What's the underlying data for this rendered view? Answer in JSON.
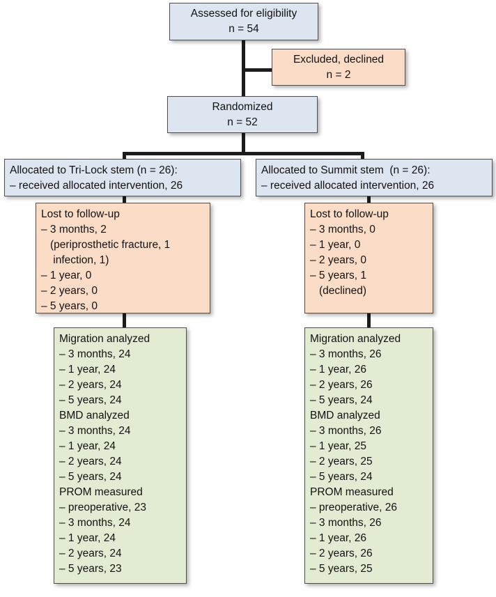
{
  "diagram": {
    "type": "CONSORT participant flow diagram",
    "colors": {
      "blue_box": "#dde5f1",
      "pink_box": "#fbddc7",
      "green_box": "#e2ecd2",
      "border": "#4d4d4d",
      "connector": "#1c1c1c"
    }
  },
  "nodes": {
    "assessed": {
      "line1": "Assessed for eligibility",
      "line2": "n = 54"
    },
    "excluded": {
      "line1": "Excluded, declined",
      "line2": "n = 2"
    },
    "randomized": {
      "line1": "Randomized",
      "line2": "n = 52"
    },
    "allocated_left": {
      "line1": "Allocated to Tri-Lock stem (n = 26):",
      "line2": "– received allocated intervention, 26"
    },
    "allocated_right": {
      "line1": "Allocated to Summit stem  (n = 26):",
      "line2": "– received allocated intervention, 26"
    },
    "lost_left": {
      "lines": [
        "Lost to follow-up",
        "– 3 months, 2",
        "(periprosthetic fracture, 1",
        " infection, 1)",
        "– 1 year, 0",
        "– 2 years, 0",
        "– 5 years, 0"
      ],
      "indented": [
        false,
        false,
        true,
        true,
        false,
        false,
        false
      ]
    },
    "lost_right": {
      "lines": [
        "Lost to follow-up",
        "– 3 months, 0",
        "– 1 year, 0",
        "– 2 years, 0",
        "– 5 years, 1",
        "(declined)"
      ],
      "indented": [
        false,
        false,
        false,
        false,
        false,
        true
      ]
    },
    "analyzed_left": {
      "lines": [
        "Migration analyzed",
        "– 3 months, 24",
        "– 1 year, 24",
        "– 2 years, 24",
        "– 5 years, 24",
        "BMD analyzed",
        "– 3 months, 24",
        "– 1 year, 24",
        "– 2 years, 24",
        "– 5 years, 24",
        "PROM measured",
        "– preoperative, 23",
        "– 3 months, 24",
        "– 1 year, 24",
        "– 2 years, 24",
        "– 5 years, 23"
      ]
    },
    "analyzed_right": {
      "lines": [
        "Migration analyzed",
        "– 3 months, 26",
        "– 1 year, 26",
        "– 2 years, 26",
        "– 5 years, 24",
        "BMD analyzed",
        "– 3 months, 26",
        "– 1 year, 25",
        "– 2 years, 25",
        "– 5 years, 24",
        "PROM measured",
        "– preoperative, 26",
        "– 3 months, 26",
        "– 1 year, 26",
        "– 2 years, 26",
        "– 5 years, 25"
      ]
    }
  }
}
